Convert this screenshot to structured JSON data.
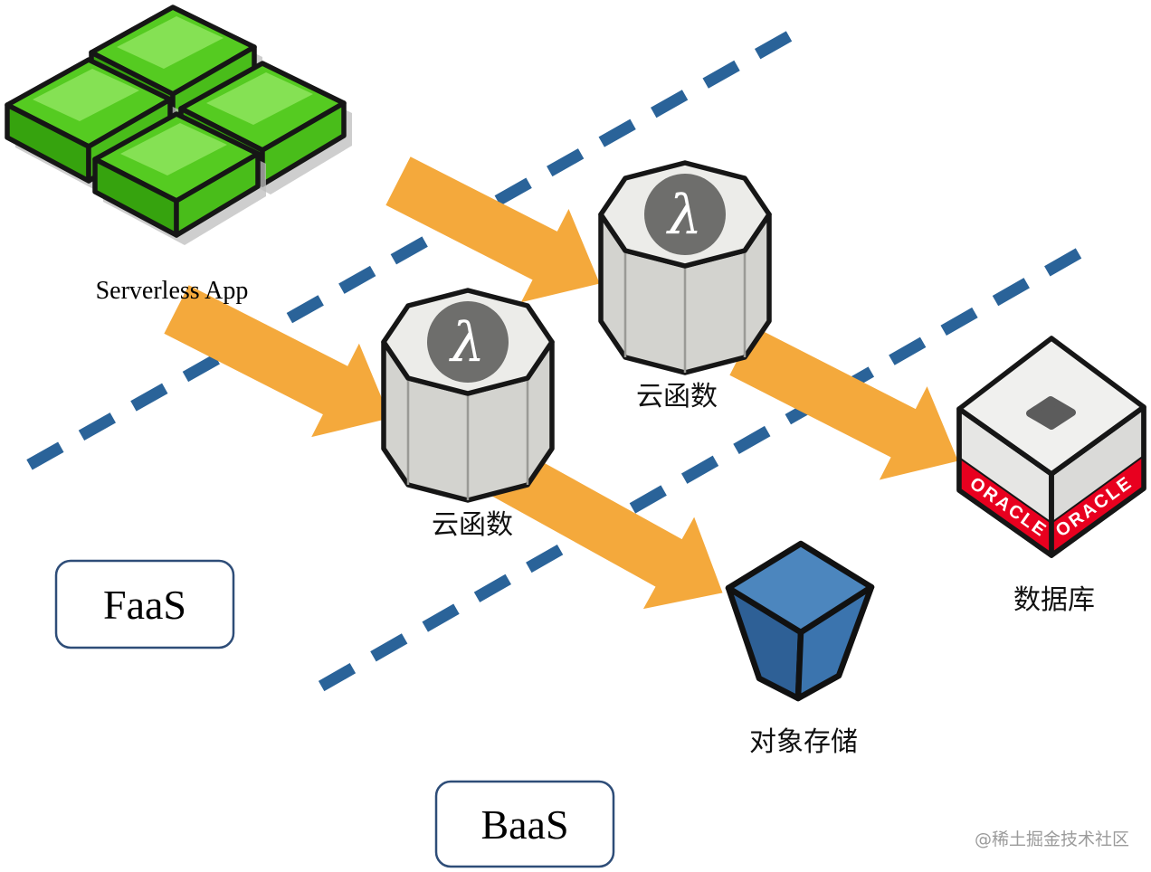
{
  "nodes": {
    "serverless_app": {
      "label": "Serverless App"
    },
    "cloud_function_upper": {
      "label": "云函数",
      "icon_glyph": "λ"
    },
    "cloud_function_lower": {
      "label": "云函数",
      "icon_glyph": "λ"
    },
    "object_storage": {
      "label": "对象存储"
    },
    "database": {
      "label": "数据库",
      "brand_label_left": "ORACLE",
      "brand_label_right": "ORACLE"
    }
  },
  "zones": {
    "faas": {
      "label": "FaaS"
    },
    "baas": {
      "label": "BaaS"
    }
  },
  "edges": [
    {
      "from": "serverless_app",
      "to": "cloud_function_upper"
    },
    {
      "from": "serverless_app",
      "to": "cloud_function_lower"
    },
    {
      "from": "cloud_function_upper",
      "to": "database"
    },
    {
      "from": "cloud_function_lower",
      "to": "object_storage"
    }
  ],
  "watermark": "@稀土掘金技术社区",
  "colors": {
    "app_green": "#55CB21",
    "app_green_dark": "#36A30E",
    "arrow_orange": "#F4A93C",
    "boundary_blue": "#2A6399",
    "function_gray": "#D3D3CF",
    "storage_blue": "#3B74AE",
    "oracle_red": "#E8001F"
  }
}
